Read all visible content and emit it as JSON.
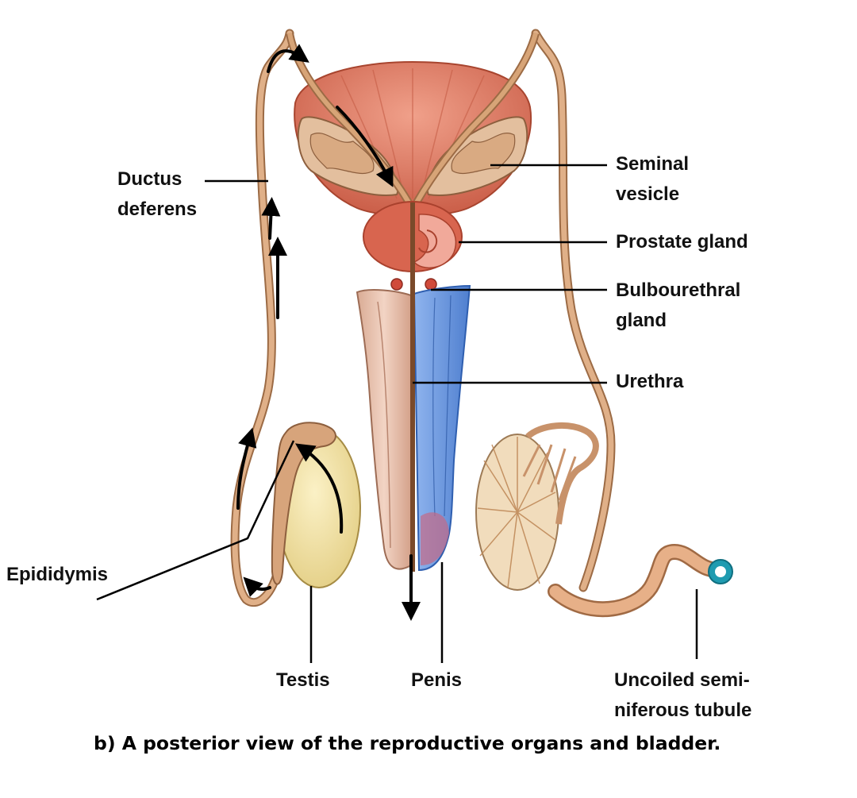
{
  "labels": {
    "ductus_deferens": [
      "Ductus",
      "deferens"
    ],
    "seminal_vesicle": [
      "Seminal",
      "vesicle"
    ],
    "prostate_gland": "Prostate gland",
    "bulbourethral_gland": [
      "Bulbourethral",
      "gland"
    ],
    "urethra": "Urethra",
    "epididymis": "Epididymis",
    "testis": "Testis",
    "penis": "Penis",
    "uncoiled_tubule": [
      "Uncoiled semi-",
      "niferous tubule"
    ]
  },
  "caption": "b) A posterior view of the reproductive organs and bladder.",
  "colors": {
    "bladder": "#e07a64",
    "bladder_dark": "#c4573f",
    "prostate": "#d9654f",
    "duct": "#d9a679",
    "duct_edge": "#9c6b45",
    "vesicle": "#e6c2a0",
    "corpus": "#e8c1ae",
    "spongiosum": "#6f9be0",
    "testis": "#f3e2a2",
    "tubule_ring": "#1f9bb0",
    "arrow": "#000000",
    "leader": "#000000"
  }
}
